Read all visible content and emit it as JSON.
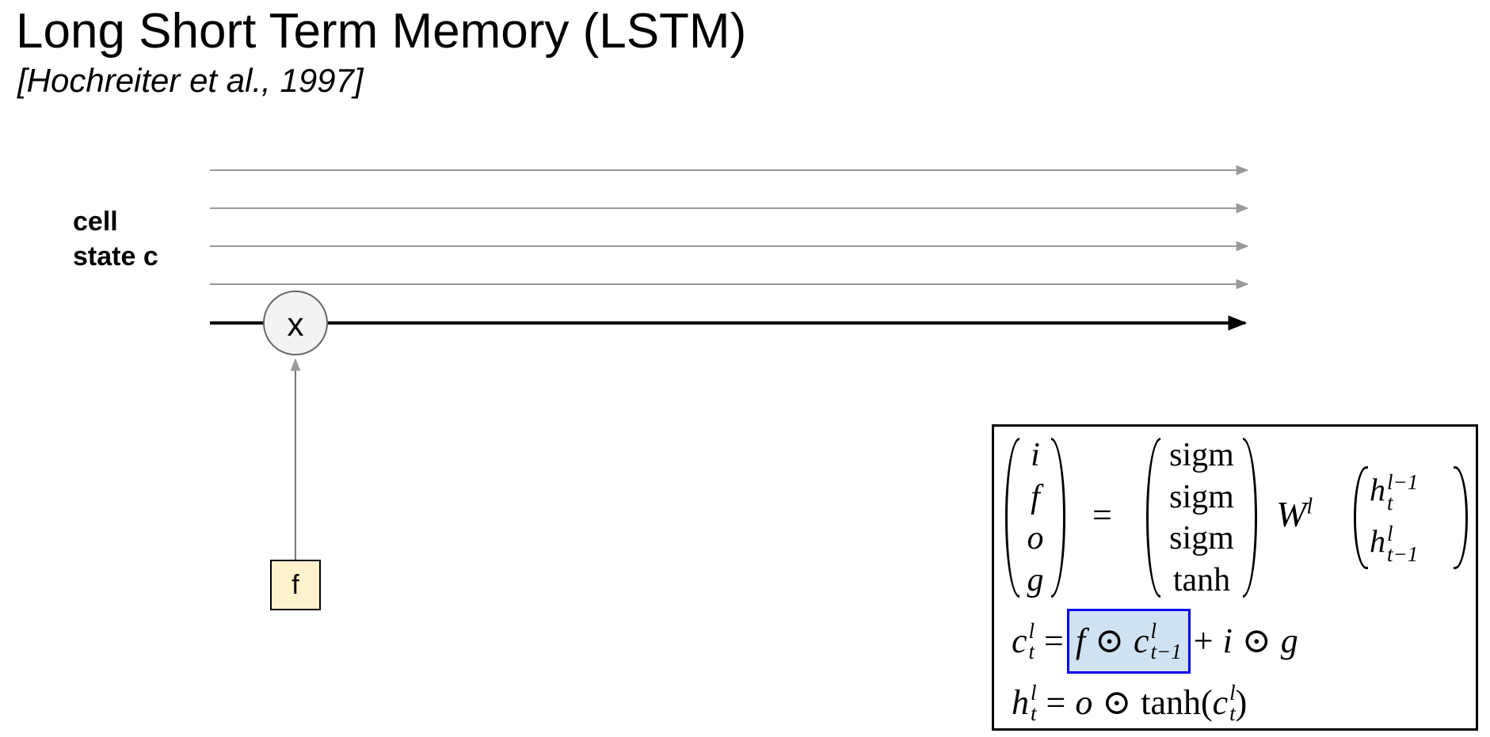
{
  "title": "Long Short Term Memory (LSTM)",
  "subtitle": "[Hochreiter et al., 1997]",
  "cell_label": {
    "line1": "cell",
    "line2": "state c"
  },
  "multiply_node": {
    "label": "x"
  },
  "forget_gate": {
    "label": "f"
  },
  "colors": {
    "faint_line": "#999999",
    "main_line": "#000000",
    "gate_fill": "#fff2cc",
    "node_fill": "#f3f3f3",
    "highlight_fill": "#cfe2f3",
    "highlight_border": "#0000ee"
  },
  "formula": {
    "gates": [
      "i",
      "f",
      "o",
      "g"
    ],
    "equals": "=",
    "activations": [
      "sigm",
      "sigm",
      "sigm",
      "tanh"
    ],
    "weight": "W",
    "weight_sup": "l",
    "h_inputs": [
      {
        "base": "h",
        "sup": "l−1",
        "sub": "t"
      },
      {
        "base": "h",
        "sup": "l",
        "sub": "t−1"
      }
    ],
    "c_eq": {
      "lhs_base": "c",
      "lhs_sup": "l",
      "lhs_sub": "t",
      "equals": "=",
      "hl_f": "f",
      "odot": "⊙",
      "hl_c_base": "c",
      "hl_c_sup": "l",
      "hl_c_sub": "t−1",
      "plus": "+",
      "i": "i",
      "g": "g"
    },
    "h_eq": {
      "lhs_base": "h",
      "lhs_sup": "l",
      "lhs_sub": "t",
      "equals": "=",
      "o": "o",
      "odot": "⊙",
      "tanh": "tanh(",
      "c_base": "c",
      "c_sup": "l",
      "c_sub": "t",
      "close": ")"
    }
  }
}
